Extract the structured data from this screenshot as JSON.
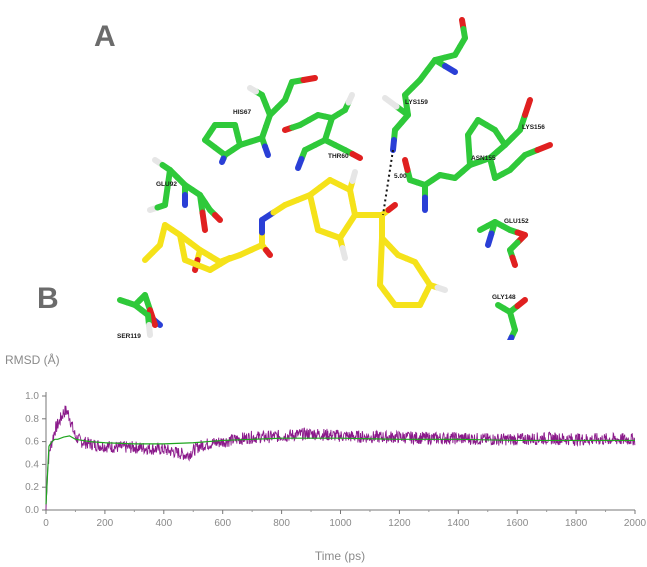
{
  "panels": {
    "a": "A",
    "b": "B"
  },
  "molecule": {
    "residues": [
      "HIS67",
      "THR60",
      "LYS159",
      "LYS156",
      "ASN155",
      "GLU92",
      "GLU152",
      "GLY148",
      "SER119"
    ],
    "distance_label": "5.00",
    "colors": {
      "residue_carbon": "#2fc93a",
      "ligand_carbon": "#f5e21a",
      "oxygen": "#e02020",
      "nitrogen": "#2a3fd6",
      "hydrogen": "#e6e6e6"
    }
  },
  "chart_data": {
    "type": "line",
    "ylabel": "RMSD (Å)",
    "xlabel": "Time (ps)",
    "xlim": [
      0,
      2000
    ],
    "ylim": [
      0,
      1.0
    ],
    "xticks": [
      "0",
      "200",
      "400",
      "600",
      "800",
      "1000",
      "1200",
      "1400",
      "1600",
      "1800",
      "2000"
    ],
    "yticks": [
      "0.0",
      "0.2",
      "0.4",
      "0.6",
      "0.8",
      "1.0"
    ],
    "series": [
      {
        "color": "#8b1a8b",
        "x": [
          0,
          5,
          10,
          15,
          20,
          30,
          40,
          50,
          60,
          70,
          80,
          90,
          100,
          120,
          150,
          200,
          250,
          300,
          350,
          400,
          450,
          480,
          500,
          520,
          550,
          600,
          650,
          700,
          750,
          800,
          850,
          900,
          950,
          1000,
          1100,
          1200,
          1300,
          1400,
          1500,
          1600,
          1700,
          1800,
          1900,
          2000
        ],
        "y": [
          0.0,
          0.35,
          0.48,
          0.55,
          0.6,
          0.7,
          0.75,
          0.8,
          0.86,
          0.87,
          0.82,
          0.72,
          0.64,
          0.6,
          0.58,
          0.56,
          0.55,
          0.55,
          0.54,
          0.53,
          0.5,
          0.48,
          0.52,
          0.56,
          0.58,
          0.6,
          0.62,
          0.64,
          0.64,
          0.65,
          0.66,
          0.67,
          0.66,
          0.65,
          0.64,
          0.64,
          0.63,
          0.63,
          0.62,
          0.62,
          0.63,
          0.62,
          0.62,
          0.62
        ]
      },
      {
        "color": "#1fa51f",
        "x": [
          0,
          10,
          20,
          30,
          40,
          60,
          80,
          100,
          150,
          200,
          300,
          400,
          500,
          600,
          700,
          800,
          900,
          1000,
          1200,
          1400,
          1600,
          1800,
          2000
        ],
        "y": [
          0.05,
          0.56,
          0.6,
          0.62,
          0.62,
          0.64,
          0.65,
          0.62,
          0.6,
          0.59,
          0.58,
          0.58,
          0.59,
          0.61,
          0.62,
          0.63,
          0.63,
          0.63,
          0.62,
          0.62,
          0.61,
          0.61,
          0.61
        ]
      }
    ]
  }
}
